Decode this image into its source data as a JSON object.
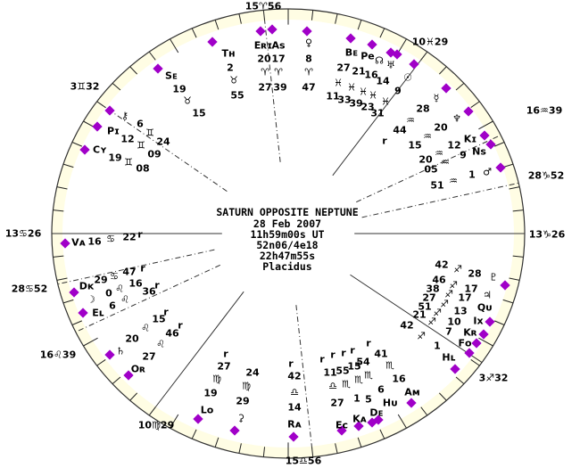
{
  "chart_info": {
    "title": "SATURN OPPOSITE NEPTUNE",
    "date": "28 Feb 2007",
    "time": "11h59m00s UT",
    "location": "52n06/4e18",
    "sidereal_time": "22h47m55s",
    "house_system": "Placidus"
  },
  "cusps": [
    "15♈56",
    "10♓29",
    "16♒39",
    "28♑52",
    "13♑26",
    "3♐32",
    "15♎56",
    "10♍29",
    "16♌39",
    "28♋52",
    "13♋26",
    "3♊32"
  ],
  "points": [
    "Tʜ",
    "2",
    "♉",
    "55",
    "Sᴇ",
    "19",
    "♉",
    "15",
    "Eʀɪ",
    "As",
    "20",
    "17",
    "♈",
    "♈",
    "27",
    "39",
    "♀",
    "8",
    "♈",
    "47",
    "Bᴇ",
    "Pe",
    "☊",
    "♅",
    "☉",
    "27",
    "21",
    "16",
    "14",
    "9",
    "♓",
    "♓",
    "♓",
    "♓",
    "♓",
    "11",
    "33",
    "39",
    "23",
    "31",
    "☿",
    "28",
    "♒",
    "44",
    "r",
    "♆",
    "20",
    "♒",
    "15",
    "Kɪ",
    "Nѕ",
    "12",
    "9",
    "♒",
    "♒",
    "20",
    "05",
    "♂",
    "1",
    "♒",
    "51",
    "♇",
    "28",
    "♐",
    "42",
    "♃",
    "17",
    "♐",
    "46",
    "Qᴜ",
    "17",
    "♐",
    "38",
    "Iх",
    "13",
    "♐",
    "27",
    "Kʀ",
    "10",
    "♐",
    "51",
    "Fᴏ",
    "7",
    "♐",
    "21",
    "1",
    "Hʟ",
    "♐",
    "42",
    "Aᴍ",
    "16",
    "♏",
    "41",
    "Hᴜ",
    "6",
    "♏",
    "54",
    "Dᴇ",
    "5",
    "♏",
    "15",
    "Kᴀ",
    "1",
    "♏",
    "55",
    "Eᴄ",
    "27",
    "♎",
    "11",
    "Rᴀ",
    "14",
    "♎",
    "42",
    "r",
    "Lᴏ",
    "19",
    "♍",
    "27",
    "r",
    "⚳",
    "29",
    "♍",
    "24",
    "r",
    "r",
    "r",
    "r",
    "r",
    "Vᴀ",
    "16",
    "♋",
    "22",
    "r",
    "Dᴋ",
    "29",
    "♋",
    "47",
    "r",
    "☽",
    "0",
    "♌",
    "16",
    "36",
    "r",
    "6",
    "♌",
    "Eʟ",
    "15",
    "r",
    "♌",
    "20",
    "♄",
    "46",
    "r",
    "♌",
    "27",
    "Oʀ",
    "⚷",
    "6",
    "♊",
    "24",
    "Pɪ",
    "12",
    "♊",
    "09",
    "Cʏ",
    "19",
    "♊",
    "08"
  ],
  "marker_color": "#a000c8",
  "rim_fill": "#fffde4"
}
